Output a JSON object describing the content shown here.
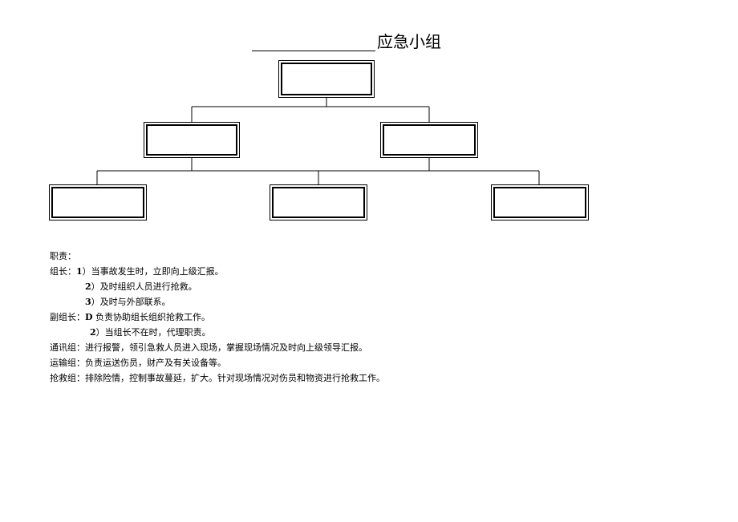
{
  "title": {
    "suffix": "应急小组"
  },
  "duties": {
    "heading": "职责：",
    "leader": {
      "label": "组长：",
      "items": [
        {
          "num": "1",
          "text": "）当事故发生时，立即向上级汇报。"
        },
        {
          "num": "2",
          "text": "）及时组织人员进行抢救。"
        },
        {
          "num": "3",
          "text": "）及时与外部联系。"
        }
      ]
    },
    "deputy": {
      "label": "副组长：",
      "items": [
        {
          "num": "D",
          "text": "负责协助组长组织抢救工作。"
        },
        {
          "num": "2",
          "text": "）当组长不在时，代理职责。"
        }
      ]
    },
    "teams": [
      {
        "label": "通讯组：",
        "text": "进行报警，领引急救人员进入现场，掌握现场情况及时向上级领导汇报。"
      },
      {
        "label": "运输组：",
        "text": "负责运送伤员，财产及有关设备等。"
      },
      {
        "label": "抢救组：",
        "text": "排除险情，控制事故蔓延，扩大。针对现场情况对伤员和物资进行抢救工作。"
      }
    ]
  }
}
